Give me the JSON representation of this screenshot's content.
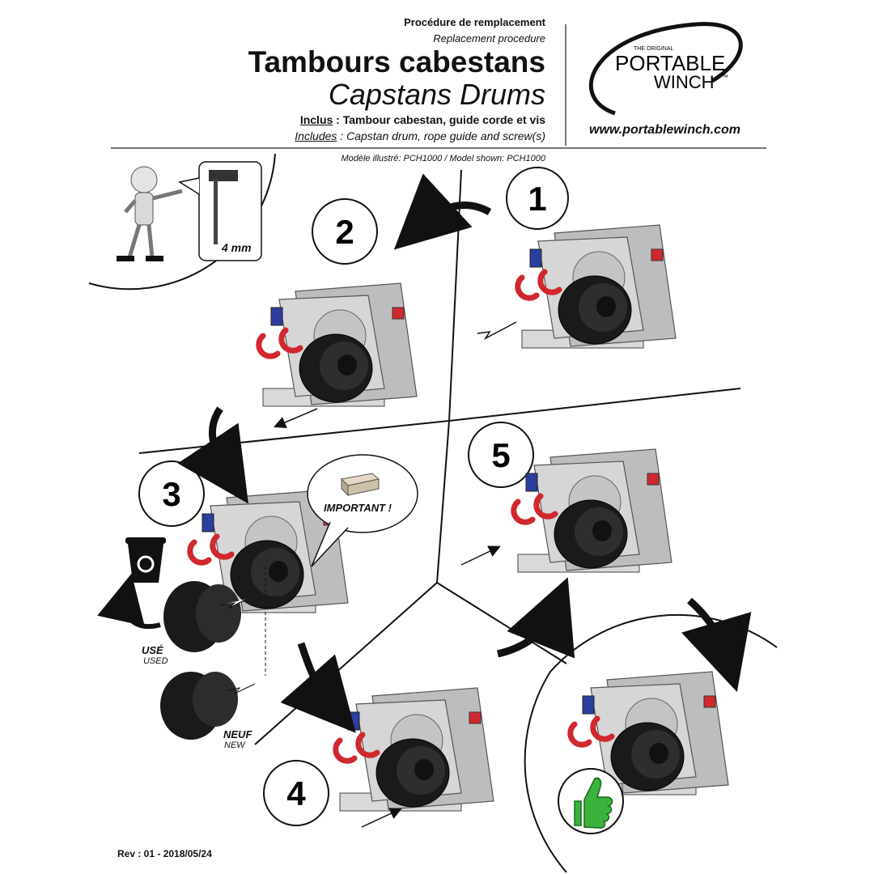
{
  "header": {
    "procedure_fr": "Procédure de remplacement",
    "procedure_en": "Replacement procedure",
    "title_fr": "Tambours cabestans",
    "title_en": "Capstans Drums",
    "includes_fr_label": "Inclus",
    "includes_fr_text": " : Tambour cabestan, guide corde et vis",
    "includes_en_label": "Includes",
    "includes_en_text": " : Capstan drum, rope guide and screw(s)",
    "model_text": "Modèle illustré: PCH1000 / Model shown: PCH1000"
  },
  "logo": {
    "the_original": "THE ORIGINAL",
    "line1": "PORTABLE",
    "line2": "WINCH",
    "tm": "™",
    "website": "www.portablewinch.com"
  },
  "tool": {
    "size_label": "4 mm"
  },
  "steps": [
    "1",
    "2",
    "3",
    "4",
    "5"
  ],
  "labels": {
    "important": "IMPORTANT !",
    "used_fr": "USÉ",
    "used_en": "USED",
    "new_fr": "NEUF",
    "new_en": "NEW"
  },
  "footer": {
    "revision": "Rev : 01 - 2018/05/24"
  },
  "colors": {
    "hook_red": "#d0282e",
    "thumb_green": "#3bb23b",
    "blue_plate": "#2c3e9e",
    "housing": "#cfcfcf"
  }
}
